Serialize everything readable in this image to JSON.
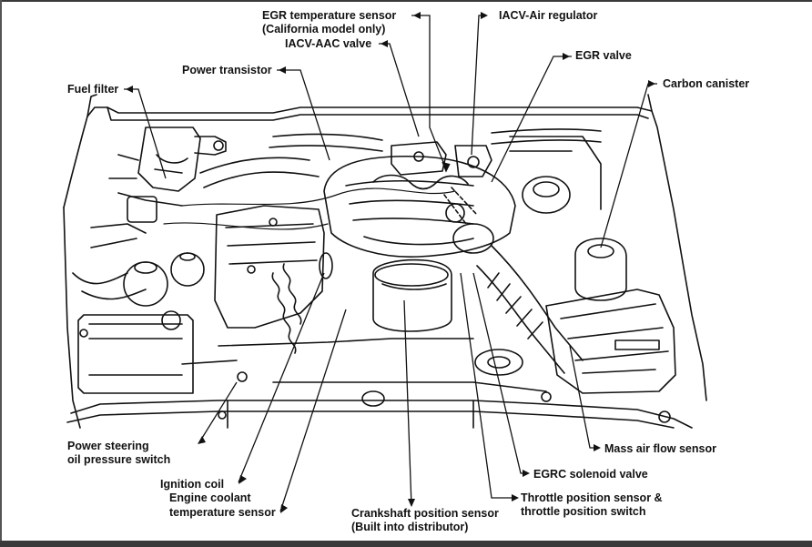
{
  "diagram": {
    "labels": {
      "egr_temp_sensor": "EGR temperature sensor",
      "egr_temp_sensor_note": "(California model only)",
      "iacv_aac_valve": "IACV-AAC valve",
      "iacv_air_regulator": "IACV-Air regulator",
      "egr_valve": "EGR valve",
      "power_transistor": "Power transistor",
      "fuel_filter": "Fuel filter",
      "carbon_canister": "Carbon canister",
      "power_steering_line1": "Power steering",
      "power_steering_line2": "oil pressure switch",
      "ignition_coil": "Ignition coil",
      "engine_coolant_line1": "Engine coolant",
      "engine_coolant_line2": "temperature sensor",
      "crankshaft_line1": "Crankshaft position sensor",
      "crankshaft_line2": "(Built into distributor)",
      "throttle_line1": "Throttle position sensor &",
      "throttle_line2": "throttle position switch",
      "egrc_solenoid": "EGRC solenoid valve",
      "mass_air_flow": "Mass air flow sensor"
    }
  }
}
